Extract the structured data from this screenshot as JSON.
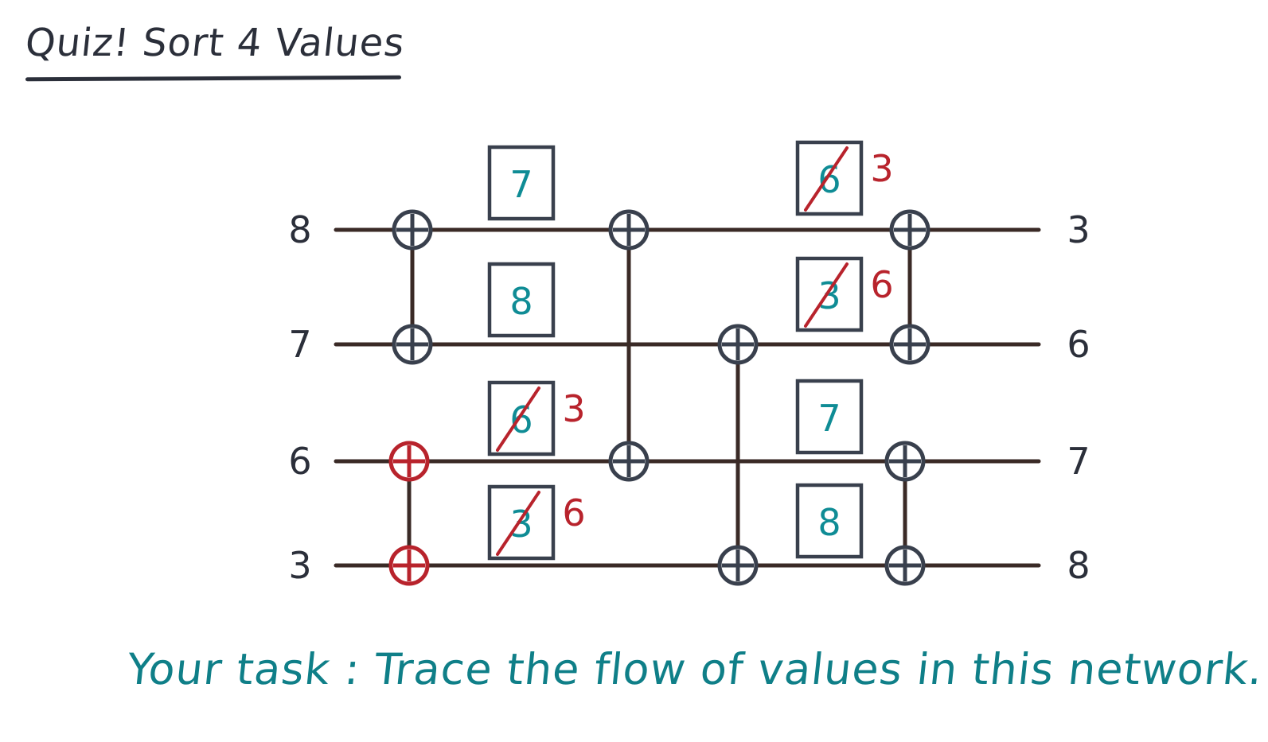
{
  "title": "Quiz! Sort 4 Values",
  "task": "Your task : Trace the flow of values in this network.",
  "inputs": [
    "8",
    "7",
    "6",
    "3"
  ],
  "outputs": [
    "3",
    "6",
    "7",
    "8"
  ],
  "comparators": [
    {
      "id": "c1",
      "wires": [
        0,
        1
      ],
      "highlight": false
    },
    {
      "id": "c2",
      "wires": [
        2,
        3
      ],
      "highlight": true
    },
    {
      "id": "c3",
      "wires": [
        0,
        2
      ],
      "highlight": false
    },
    {
      "id": "c4",
      "wires": [
        1,
        3
      ],
      "highlight": false
    },
    {
      "id": "c5",
      "wires": [
        0,
        1
      ],
      "highlight": false
    },
    {
      "id": "c6",
      "wires": [
        2,
        3
      ],
      "highlight": false
    }
  ],
  "stage1_boxes": [
    {
      "wire": 0,
      "value": "7"
    },
    {
      "wire": 1,
      "value": "8"
    },
    {
      "wire": 2,
      "value": "6",
      "corrected": "3"
    },
    {
      "wire": 3,
      "value": "3",
      "corrected": "6"
    }
  ],
  "stage2_boxes": [
    {
      "wire": 0,
      "value": "6",
      "corrected": "3"
    },
    {
      "wire": 1,
      "value": "3",
      "corrected": "6"
    },
    {
      "wire": 2,
      "value": "7"
    },
    {
      "wire": 3,
      "value": "8"
    }
  ],
  "colors": {
    "ink": "#2b2f3a",
    "wire": "#3a2a26",
    "box_value": "#0f8c95",
    "correction": "#b8232c",
    "task_text": "#0f7f88"
  }
}
